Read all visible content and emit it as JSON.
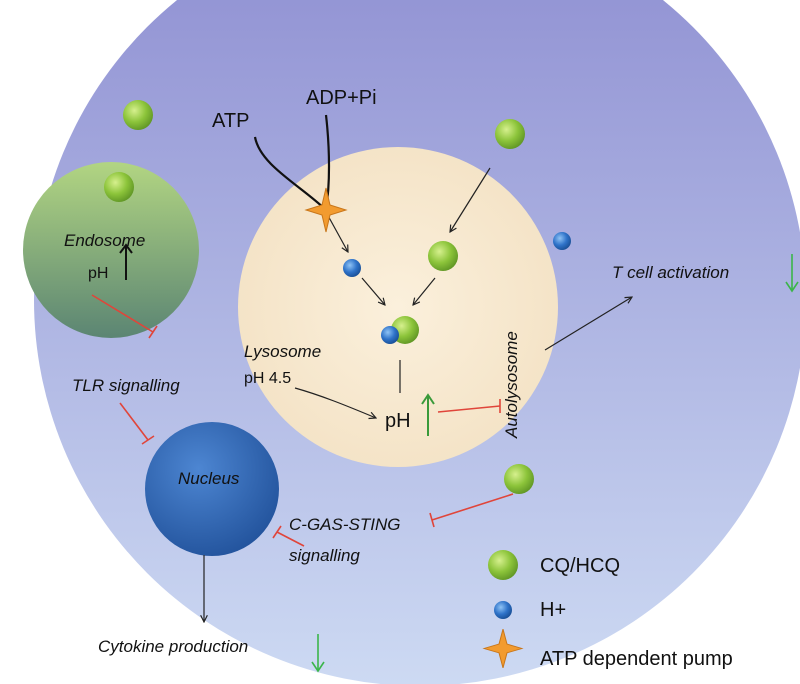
{
  "labels": {
    "atp": "ATP",
    "adp_pi": "ADP+Pi",
    "endosome": "Endosome",
    "endosome_ph": "pH",
    "lysosome": "Lysosome",
    "lysosome_ph": "pH 4.5",
    "lysosome_center_ph": "pH",
    "autolysosome": "Autolysosome",
    "tlr_signalling": "TLR signalling",
    "nucleus": "Nucleus",
    "cgas_sting": "C-GAS-STING",
    "signalling": "signalling",
    "t_cell_activation": "T cell activation",
    "cytokine_production": "Cytokine production"
  },
  "legend": {
    "items": [
      {
        "label": "CQ/HCQ",
        "icon": "green-sphere-icon"
      },
      {
        "label": "H+",
        "icon": "blue-sphere-icon"
      },
      {
        "label": "ATP dependent pump",
        "icon": "orange-star-icon"
      }
    ]
  },
  "colors": {
    "cell_top": "#8f8fd2",
    "cell_bottom": "#c9d7f2",
    "autolysosome": "#f6e8cd",
    "endosome_top": "#a8cf7a",
    "endosome_bottom": "#5f8a73",
    "nucleus": "#2f66b5",
    "cq_hcq": "#8cc43a",
    "h_plus": "#2f73c9",
    "pump": "#f29b2f",
    "inhibition": "#e0453a",
    "increase_arrow": "#3a9a3a",
    "decrease_arrow": "#3bb54a"
  }
}
